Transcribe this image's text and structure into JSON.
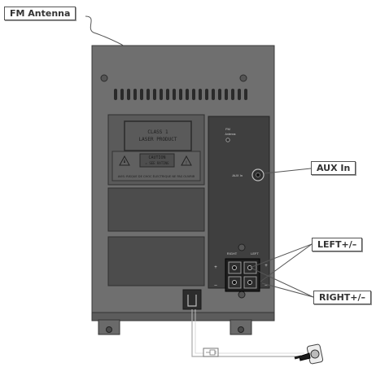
{
  "callouts": {
    "fm_antenna": "FM Antenna",
    "aux_in": "AUX In",
    "left": "LEFT+/–",
    "right": "RIGHT+/–"
  },
  "panel_text": {
    "laser_label": [
      "CLASS 1",
      "LASER PRODUCT"
    ],
    "caution_title": "CAUTION",
    "caution_sub": "⚠ SEE RATING",
    "caution_footer": "AVIS: RISQUE DE CHOC ÉLECTRIQUE NE PAS OUVRIR",
    "fm_jack": [
      "FM",
      "Antenna"
    ],
    "aux_jack": "AUX In",
    "terminal_right": "RIGHT",
    "terminal_left": "LEFT",
    "plus": "+",
    "minus": "–"
  },
  "colors": {
    "housing": "#6f6f6f",
    "housing_dark": "#4a4a4a",
    "plate": "#3d3d3d",
    "callout_border": "#555555"
  },
  "icons": [
    "plug-icon",
    "wall-socket-icon",
    "warning-icon"
  ]
}
